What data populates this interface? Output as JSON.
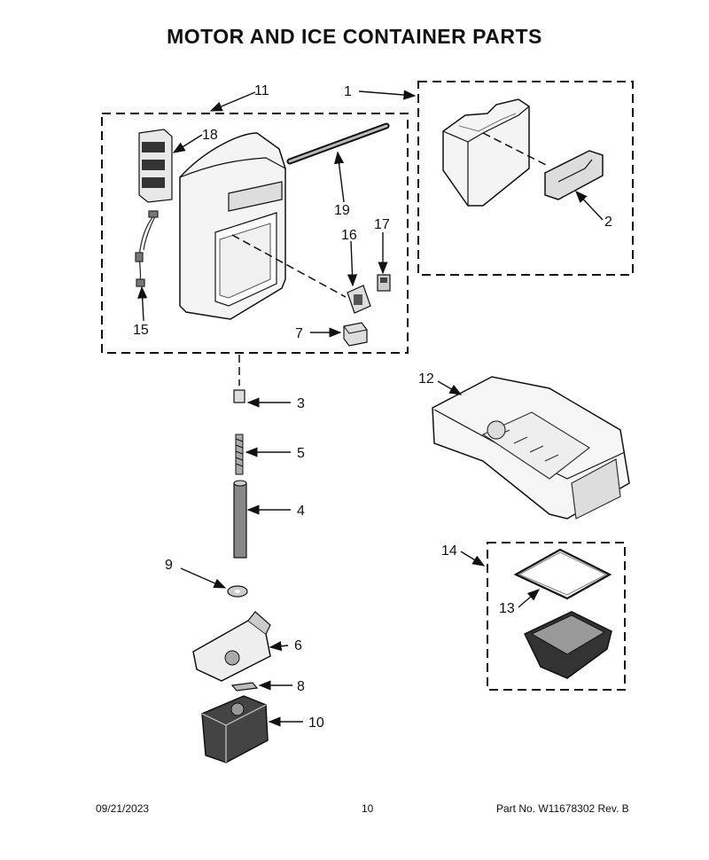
{
  "title": "MOTOR AND ICE CONTAINER PARTS",
  "callouts": {
    "c1": "1",
    "c2": "2",
    "c3": "3",
    "c4": "4",
    "c5": "5",
    "c6": "6",
    "c7": "7",
    "c8": "8",
    "c9": "9",
    "c10": "10",
    "c11": "11",
    "c12": "12",
    "c13": "13",
    "c14": "14",
    "c15": "15",
    "c16": "16",
    "c17": "17",
    "c18": "18",
    "c19": "19"
  },
  "footer": {
    "date": "09/21/2023",
    "page": "10",
    "part_number": "Part No.  W11678302  Rev.  B"
  }
}
